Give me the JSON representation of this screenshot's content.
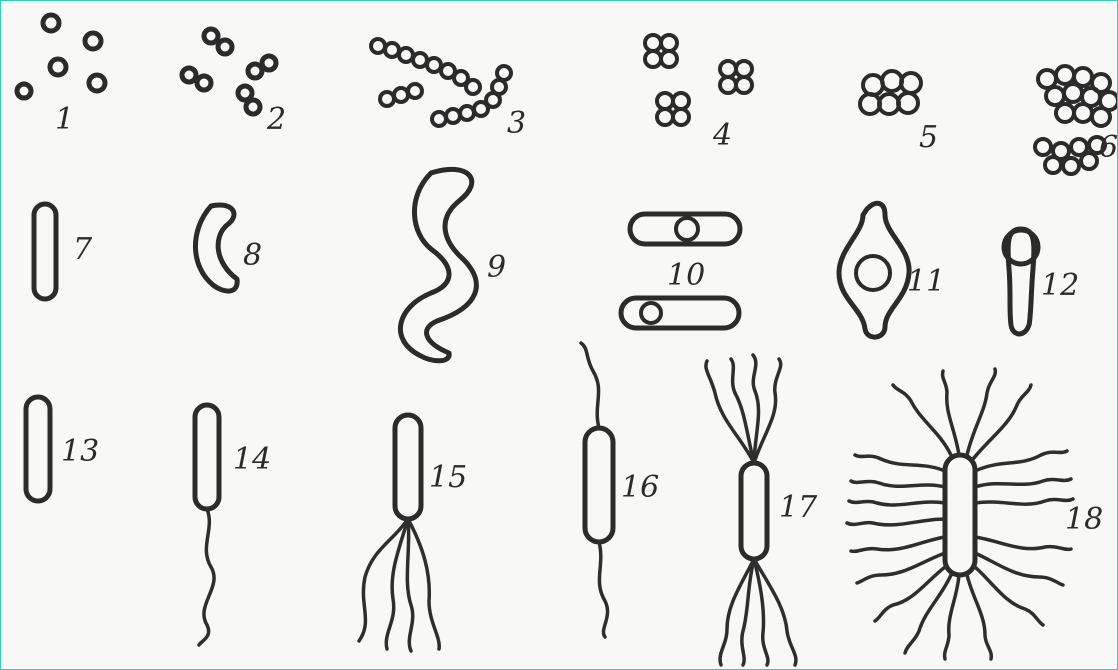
{
  "labels": {
    "n1": "1",
    "n2": "2",
    "n3": "3",
    "n4": "4",
    "n5": "5",
    "n6": "6",
    "n7": "7",
    "n8": "8",
    "n9": "9",
    "n10": "10",
    "n11": "11",
    "n12": "12",
    "n13": "13",
    "n14": "14",
    "n15": "15",
    "n16": "16",
    "n17": "17",
    "n18": "18"
  },
  "colors": {
    "ink": "#2b2b2b",
    "paper": "#f8f8f6",
    "frame": "#3ec8b4"
  }
}
